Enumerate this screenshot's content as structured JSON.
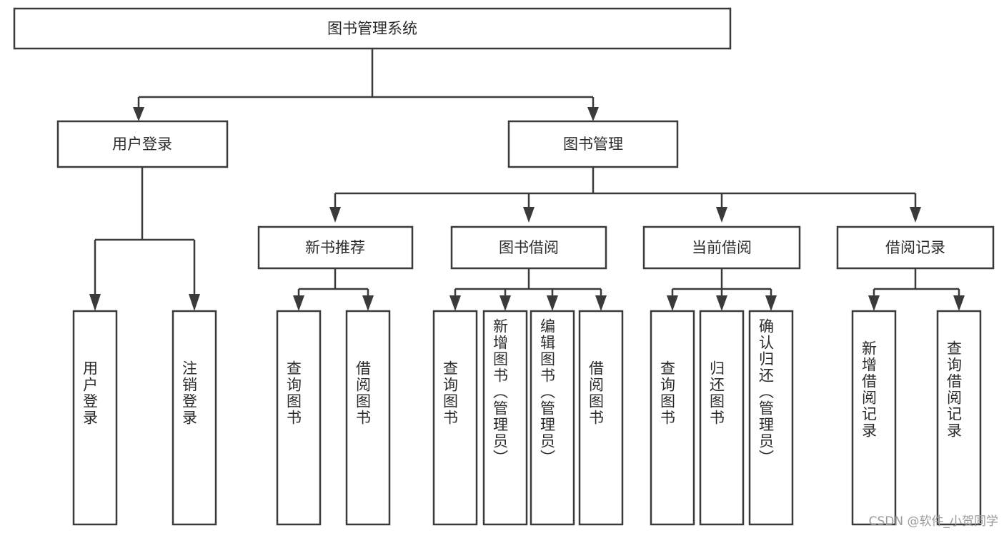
{
  "diagram": {
    "title": "图书管理系统",
    "type": "tree-hierarchy-chart",
    "root": {
      "label": "图书管理系统"
    },
    "level2": [
      {
        "label": "用户登录"
      },
      {
        "label": "图书管理"
      }
    ],
    "level3": [
      {
        "label": "新书推荐"
      },
      {
        "label": "图书借阅"
      },
      {
        "label": "当前借阅"
      },
      {
        "label": "借阅记录"
      }
    ],
    "leaves": {
      "user_login": [
        {
          "label": "用户登录"
        },
        {
          "label": "注销登录"
        }
      ],
      "new_book_recommend": [
        {
          "label": "查询图书"
        },
        {
          "label": "借阅图书"
        }
      ],
      "book_borrow": [
        {
          "label": "查询图书"
        },
        {
          "label": "新增图书（管理员）"
        },
        {
          "label": "编辑图书（管理员）"
        },
        {
          "label": "借阅图书"
        }
      ],
      "current_borrow": [
        {
          "label": "查询图书"
        },
        {
          "label": "归还图书"
        },
        {
          "label": "确认归还（管理员）"
        }
      ],
      "borrow_record": [
        {
          "label": "新增借阅记录"
        },
        {
          "label": "查询借阅记录"
        }
      ]
    }
  },
  "watermark": {
    "text": "CSDN @软件_小贺同学"
  },
  "colors": {
    "stroke": "#3a3a3a",
    "box_fill": "#ffffff",
    "text": "#2b2b2b",
    "watermark": "#9a9a9a",
    "background": "#ffffff"
  }
}
